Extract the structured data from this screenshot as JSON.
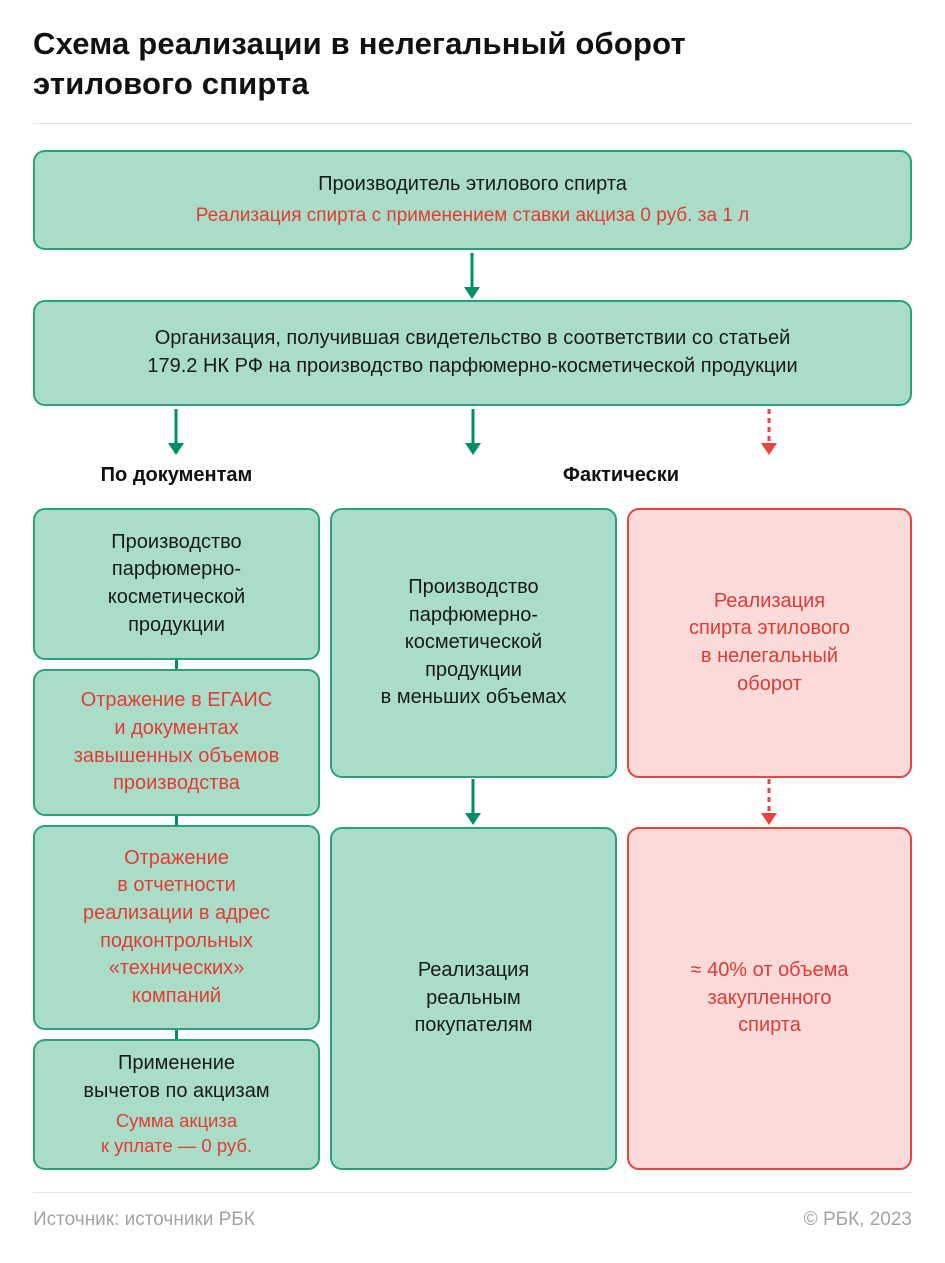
{
  "title": "Схема реализации в нелегальный оборот\nэтилового спирта",
  "top_flow": {
    "producer": {
      "title": "Производитель этилового спирта",
      "note": "Реализация спирта с применением ставки акциза 0 руб. за 1 л"
    },
    "organization": {
      "title": "Организация, получившая свидетельство в соответствии со статьей\n179.2 НК РФ на производство парфюмерно-косметической продукции"
    }
  },
  "column_headers": {
    "documents": "По документам",
    "actual": "Фактически"
  },
  "columns": {
    "documents": [
      {
        "text": "Производство\nпарфюмерно-\nкосметической\nпродукции"
      },
      {
        "text": "Отражение в ЕГАИС\nи документах\nзавышенных объемов\nпроизводства"
      },
      {
        "text": "Отражение\nв отчетности\nреализации в адрес\nподконтрольных\n«технических»\nкомпаний"
      },
      {
        "text": "Применение\nвычетов по акцизам",
        "note": "Сумма акциза\nк уплате — 0 руб."
      }
    ],
    "actual_production": [
      {
        "text": "Производство\nпарфюмерно-\nкосметической\nпродукции\nв меньших объемах"
      },
      {
        "text": "Реализация\nреальным\nпокупателям"
      }
    ],
    "illegal": [
      {
        "text": "Реализация\nспирта этилового\nв нелегальный\nоборот"
      },
      {
        "text": "≈ 40% от объема\nзакупленного\nспирта"
      }
    ]
  },
  "footer": {
    "source": "Источник: источники РБК",
    "copyright": "© РБК, 2023"
  },
  "colors": {
    "green_fill": "#aaddc8",
    "green_border": "#29a27b",
    "green_arrow": "#008e67",
    "red_fill": "#fbdada",
    "red_border": "#e8453e",
    "red_text": "#e23b33"
  }
}
